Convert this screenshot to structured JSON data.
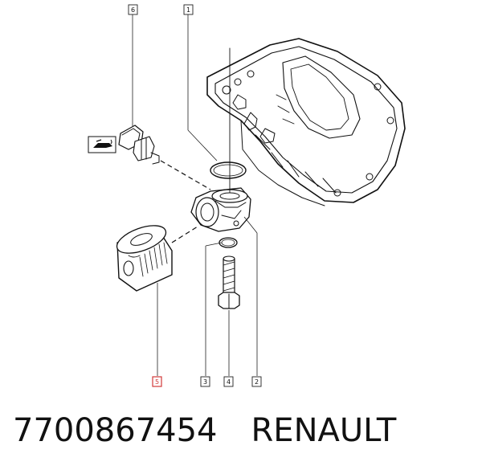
{
  "caption": {
    "part_number": "7700867454",
    "brand": "RENAULT"
  },
  "callouts": [
    {
      "label": "1",
      "highlighted": false
    },
    {
      "label": "2",
      "highlighted": false
    },
    {
      "label": "3",
      "highlighted": false
    },
    {
      "label": "4",
      "highlighted": false
    },
    {
      "label": "5",
      "highlighted": true
    },
    {
      "label": "6",
      "highlighted": false
    }
  ],
  "colors": {
    "ink": "#111111",
    "highlight": "#d23a3a",
    "background": "#ffffff"
  },
  "icons": [
    "oil-pressure-warning-icon"
  ]
}
